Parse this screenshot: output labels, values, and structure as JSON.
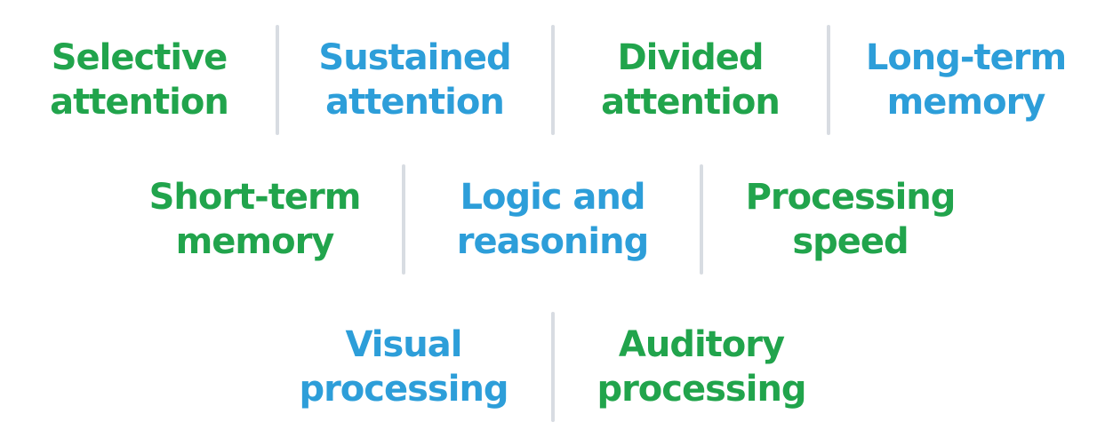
{
  "colors": {
    "green": "#21A44C",
    "blue": "#2D9ED9",
    "divider": "#D8DCE2",
    "background": "#FFFFFF"
  },
  "rows": [
    {
      "items": [
        {
          "label": "Selective\nattention",
          "color": "green"
        },
        {
          "label": "Sustained\nattention",
          "color": "blue"
        },
        {
          "label": "Divided\nattention",
          "color": "green"
        },
        {
          "label": "Long-term\nmemory",
          "color": "blue"
        }
      ]
    },
    {
      "items": [
        {
          "label": "Short-term\nmemory",
          "color": "green"
        },
        {
          "label": "Logic and\nreasoning",
          "color": "blue"
        },
        {
          "label": "Processing\nspeed",
          "color": "green"
        }
      ]
    },
    {
      "items": [
        {
          "label": "Visual\nprocessing",
          "color": "blue"
        },
        {
          "label": "Auditory\nprocessing",
          "color": "green"
        }
      ]
    }
  ]
}
